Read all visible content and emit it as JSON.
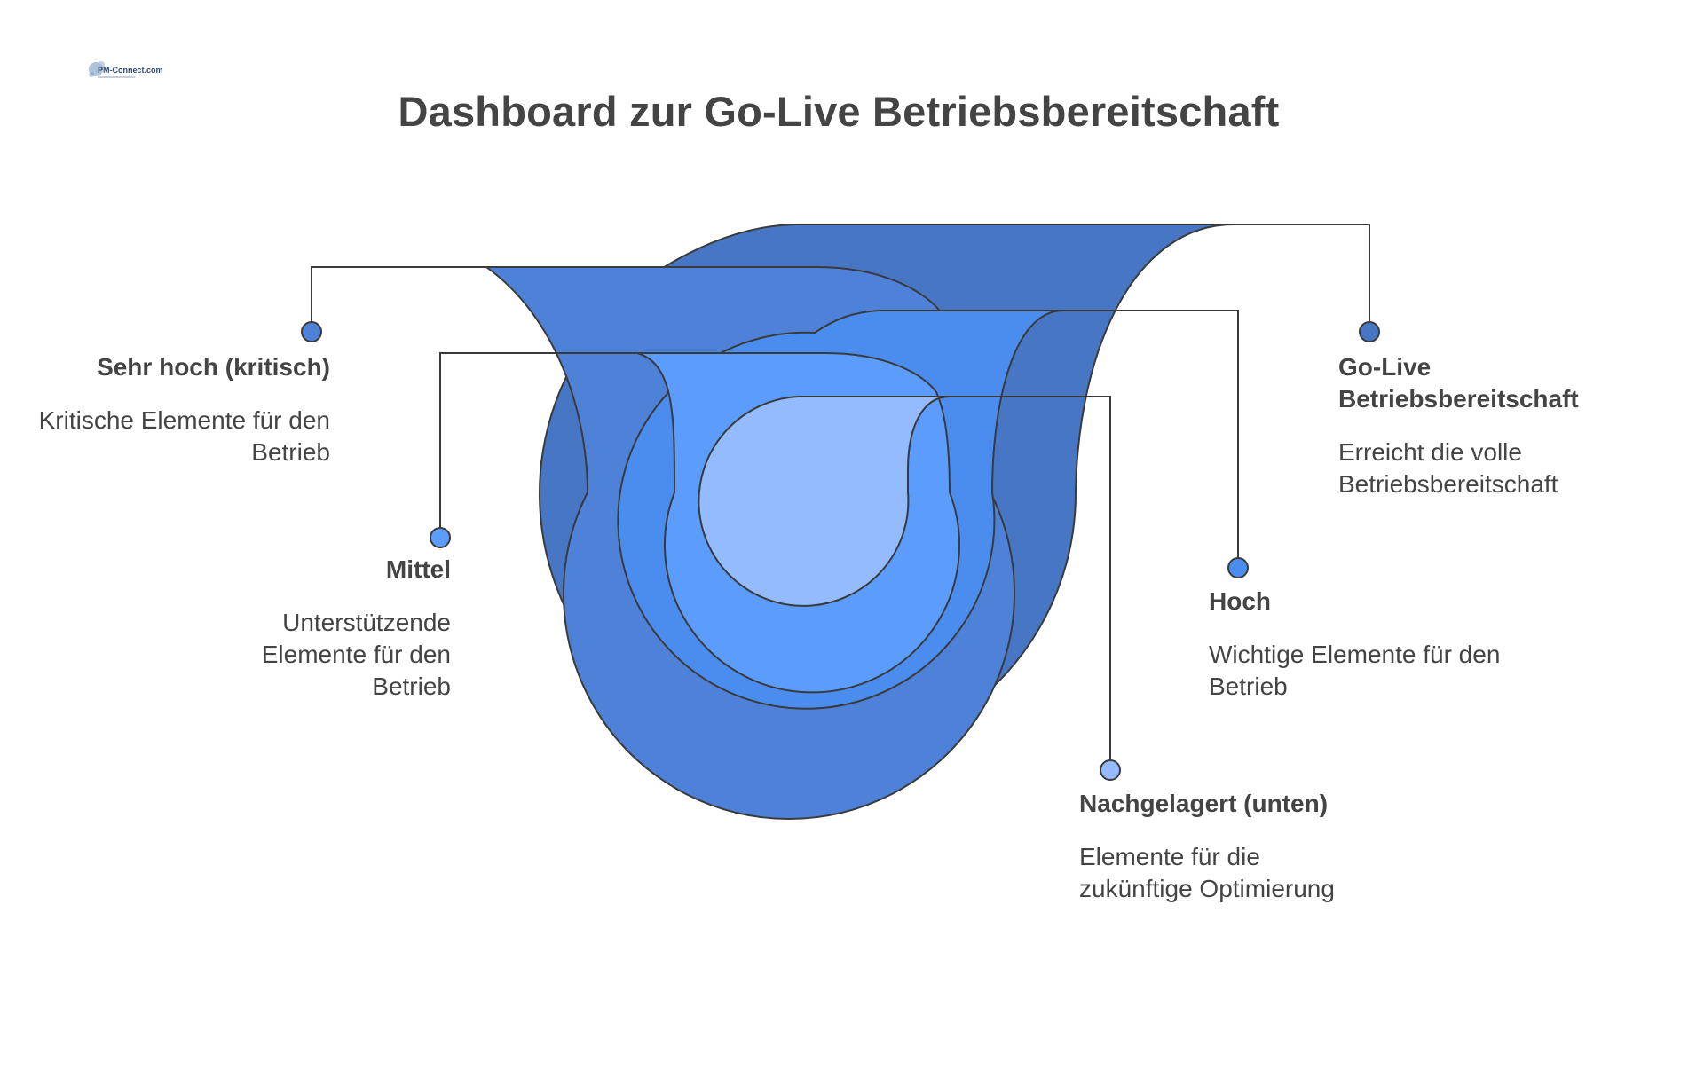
{
  "header": {
    "logo_text": "PM-Connect.com",
    "title": "Dashboard zur Go-Live Betriebsbereitschaft"
  },
  "levels": [
    {
      "id": "golive",
      "heading": "Go-Live Betriebsbereitschaft",
      "description": "Erreicht die volle Betriebsbereitschaft",
      "color": "#4776c5"
    },
    {
      "id": "sehr_hoch",
      "heading": "Sehr hoch (kritisch)",
      "description": "Kritische Elemente für den Betrieb",
      "color": "#4e82d9"
    },
    {
      "id": "hoch",
      "heading": "Hoch",
      "description": "Wichtige Elemente für den Betrieb",
      "color": "#4b8cef"
    },
    {
      "id": "mittel",
      "heading": "Mittel",
      "description": "Unterstützende Elemente für den Betrieb",
      "color": "#5c9cfc"
    },
    {
      "id": "nachgelagert",
      "heading": "Nachgelagert (unten)",
      "description": "Elemente für die zukünftige Optimierung",
      "color": "#93bbfd"
    }
  ],
  "colors": {
    "outline": "#3a3a3a",
    "connector": "#3a3a3a",
    "title": "#444444"
  }
}
